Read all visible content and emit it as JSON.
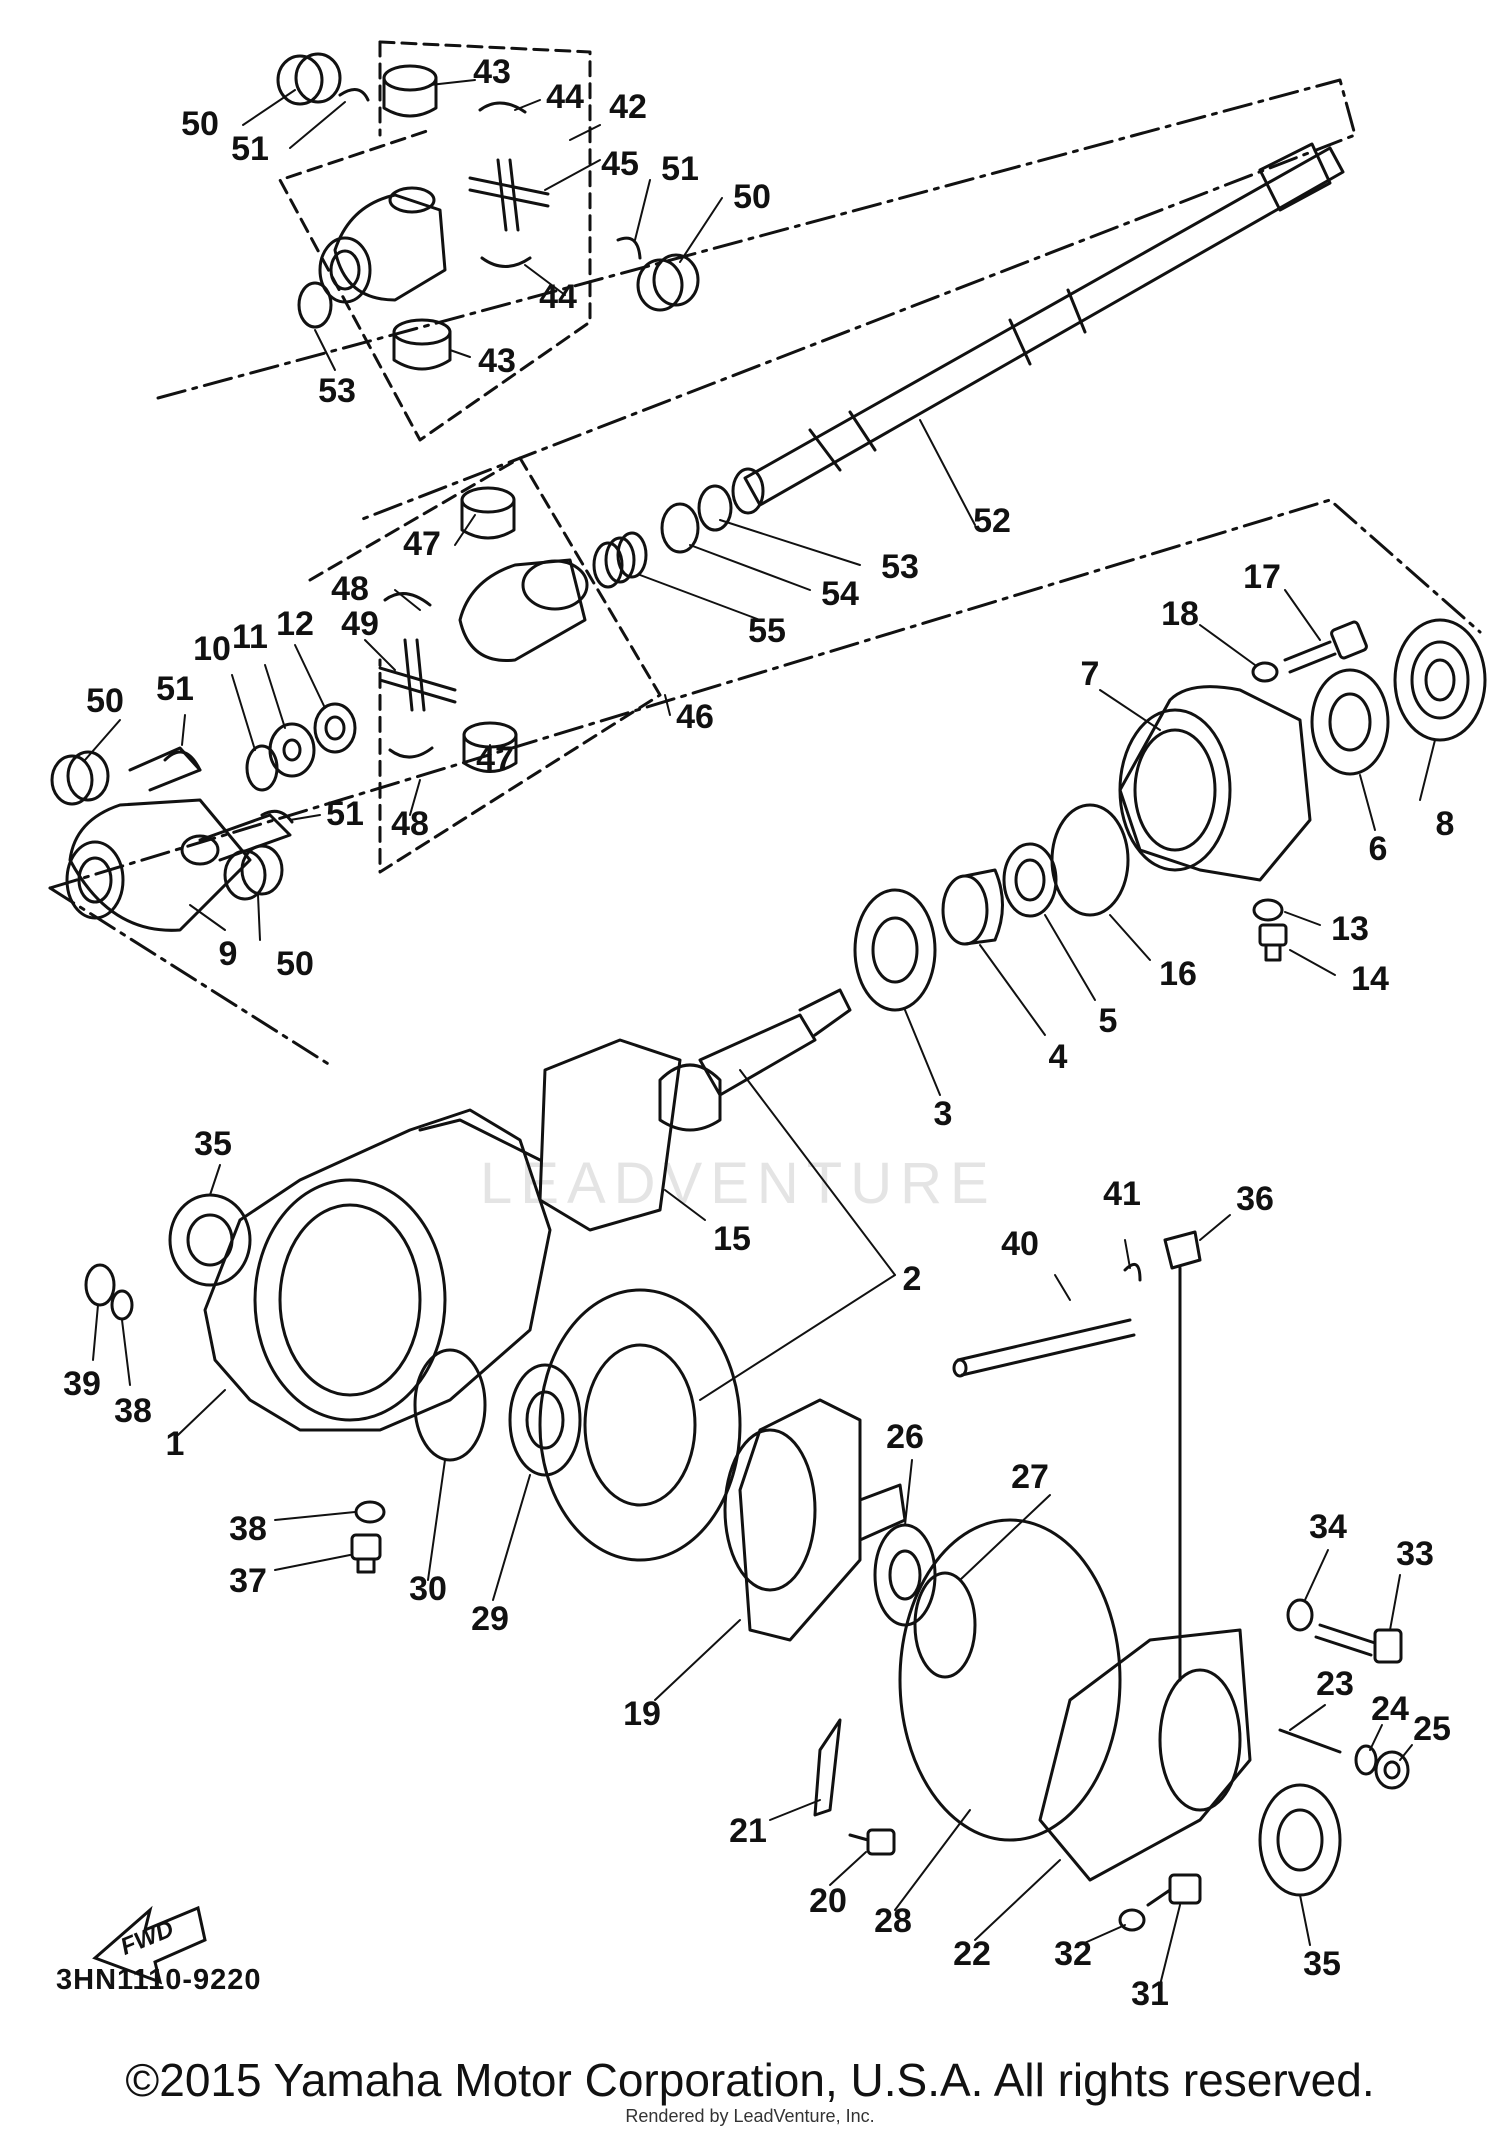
{
  "diagram": {
    "code": "3HN1110-9220",
    "fwd_label": "FWD",
    "watermark": "LEADVENTURE",
    "copyright": "©2015 Yamaha Motor Corporation, U.S.A. All rights reserved.",
    "rendered_by": "Rendered by LeadVenture, Inc."
  },
  "part_numbers": [
    "1",
    "2",
    "3",
    "4",
    "5",
    "6",
    "7",
    "8",
    "9",
    "10",
    "11",
    "12",
    "13",
    "14",
    "15",
    "16",
    "17",
    "18",
    "19",
    "20",
    "21",
    "22",
    "23",
    "24",
    "25",
    "26",
    "27",
    "28",
    "29",
    "30",
    "31",
    "32",
    "33",
    "34",
    "35",
    "36",
    "37",
    "38",
    "39",
    "40",
    "41",
    "42",
    "43",
    "44",
    "45",
    "46",
    "47",
    "48",
    "49",
    "50",
    "51",
    "52",
    "53",
    "54",
    "55"
  ],
  "callouts": [
    {
      "num": "50"
    },
    {
      "num": "51"
    },
    {
      "num": "43"
    },
    {
      "num": "44"
    },
    {
      "num": "42"
    },
    {
      "num": "45"
    },
    {
      "num": "51"
    },
    {
      "num": "50"
    },
    {
      "num": "44"
    },
    {
      "num": "43"
    },
    {
      "num": "53"
    },
    {
      "num": "52"
    },
    {
      "num": "53"
    },
    {
      "num": "54"
    },
    {
      "num": "55"
    },
    {
      "num": "47"
    },
    {
      "num": "48"
    },
    {
      "num": "49"
    },
    {
      "num": "12"
    },
    {
      "num": "11"
    },
    {
      "num": "10"
    },
    {
      "num": "51"
    },
    {
      "num": "50"
    },
    {
      "num": "46"
    },
    {
      "num": "47"
    },
    {
      "num": "48"
    },
    {
      "num": "51"
    },
    {
      "num": "9"
    },
    {
      "num": "50"
    },
    {
      "num": "17"
    },
    {
      "num": "18"
    },
    {
      "num": "7"
    },
    {
      "num": "6"
    },
    {
      "num": "8"
    },
    {
      "num": "13"
    },
    {
      "num": "14"
    },
    {
      "num": "16"
    },
    {
      "num": "5"
    },
    {
      "num": "4"
    },
    {
      "num": "3"
    },
    {
      "num": "35"
    },
    {
      "num": "15"
    },
    {
      "num": "2"
    },
    {
      "num": "41"
    },
    {
      "num": "36"
    },
    {
      "num": "40"
    },
    {
      "num": "39"
    },
    {
      "num": "38"
    },
    {
      "num": "1"
    },
    {
      "num": "26"
    },
    {
      "num": "27"
    },
    {
      "num": "38"
    },
    {
      "num": "37"
    },
    {
      "num": "30"
    },
    {
      "num": "29"
    },
    {
      "num": "34"
    },
    {
      "num": "33"
    },
    {
      "num": "19"
    },
    {
      "num": "23"
    },
    {
      "num": "24"
    },
    {
      "num": "25"
    },
    {
      "num": "21"
    },
    {
      "num": "20"
    },
    {
      "num": "28"
    },
    {
      "num": "22"
    },
    {
      "num": "32"
    },
    {
      "num": "35"
    },
    {
      "num": "31"
    }
  ],
  "colors": {
    "ink": "#111111",
    "paper": "#ffffff",
    "watermark": "#e4e4e4"
  },
  "icons": [
    "fwd-arrow-icon"
  ]
}
